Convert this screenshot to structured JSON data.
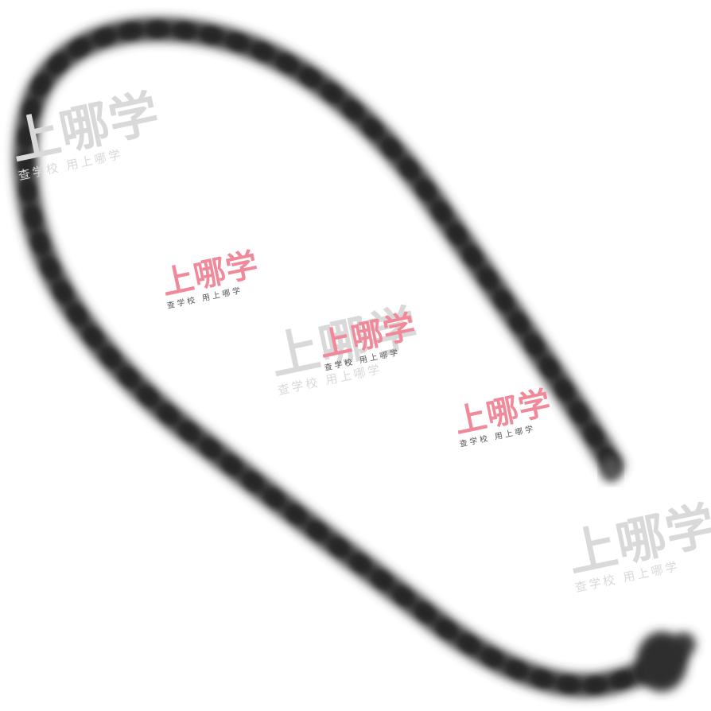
{
  "scene": {
    "subject": "beaded-chain-loop",
    "colors": {
      "background": "#ffffff",
      "chain": "#3a3a3a",
      "bead": "#262626",
      "watermark_pink": "#f08a9a",
      "watermark_faint": "#d9d9d9"
    }
  },
  "watermarks": {
    "pink": {
      "main": "上哪学",
      "sub": "查学校  用上哪学"
    },
    "faint": {
      "main": "上哪学",
      "sub": "查学校  用上哪学"
    }
  }
}
